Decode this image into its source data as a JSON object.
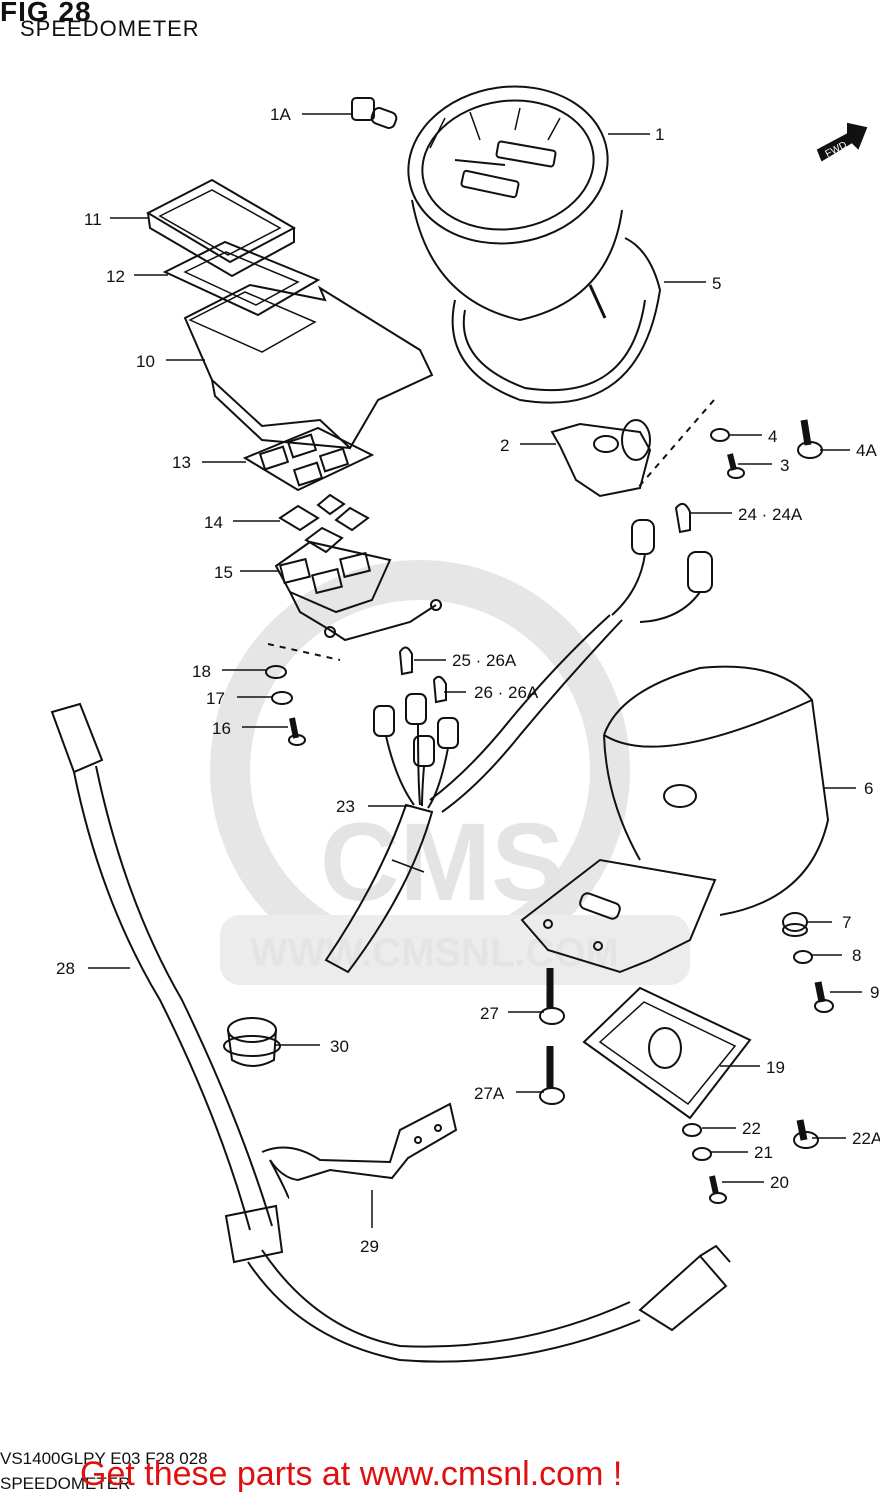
{
  "header": {
    "fig_title": "FIG 28",
    "section_title": "SPEEDOMETER"
  },
  "footer": {
    "model_code": "VS1400GLPY E03 F28 028",
    "section_name": "SPEEDOMETER",
    "promo_text": "Get these parts at www.cmsnl.com !"
  },
  "watermark": {
    "brand": "CMS",
    "url": "WWW.CMSNL.COM"
  },
  "direction_badge": "FWD",
  "callouts": [
    "1A",
    "1",
    "5",
    "11",
    "12",
    "10",
    "2",
    "4",
    "4A",
    "3",
    "13",
    "24 · 24A",
    "14",
    "15",
    "18",
    "25 · 26A",
    "17",
    "26 · 26A",
    "16",
    "6",
    "23",
    "7",
    "8",
    "9",
    "28",
    "27",
    "30",
    "19",
    "27A",
    "22",
    "22A",
    "21",
    "20",
    "29"
  ],
  "colors": {
    "line": "#111111",
    "watermark": "#e4e4e4",
    "promo": "#e01010"
  }
}
